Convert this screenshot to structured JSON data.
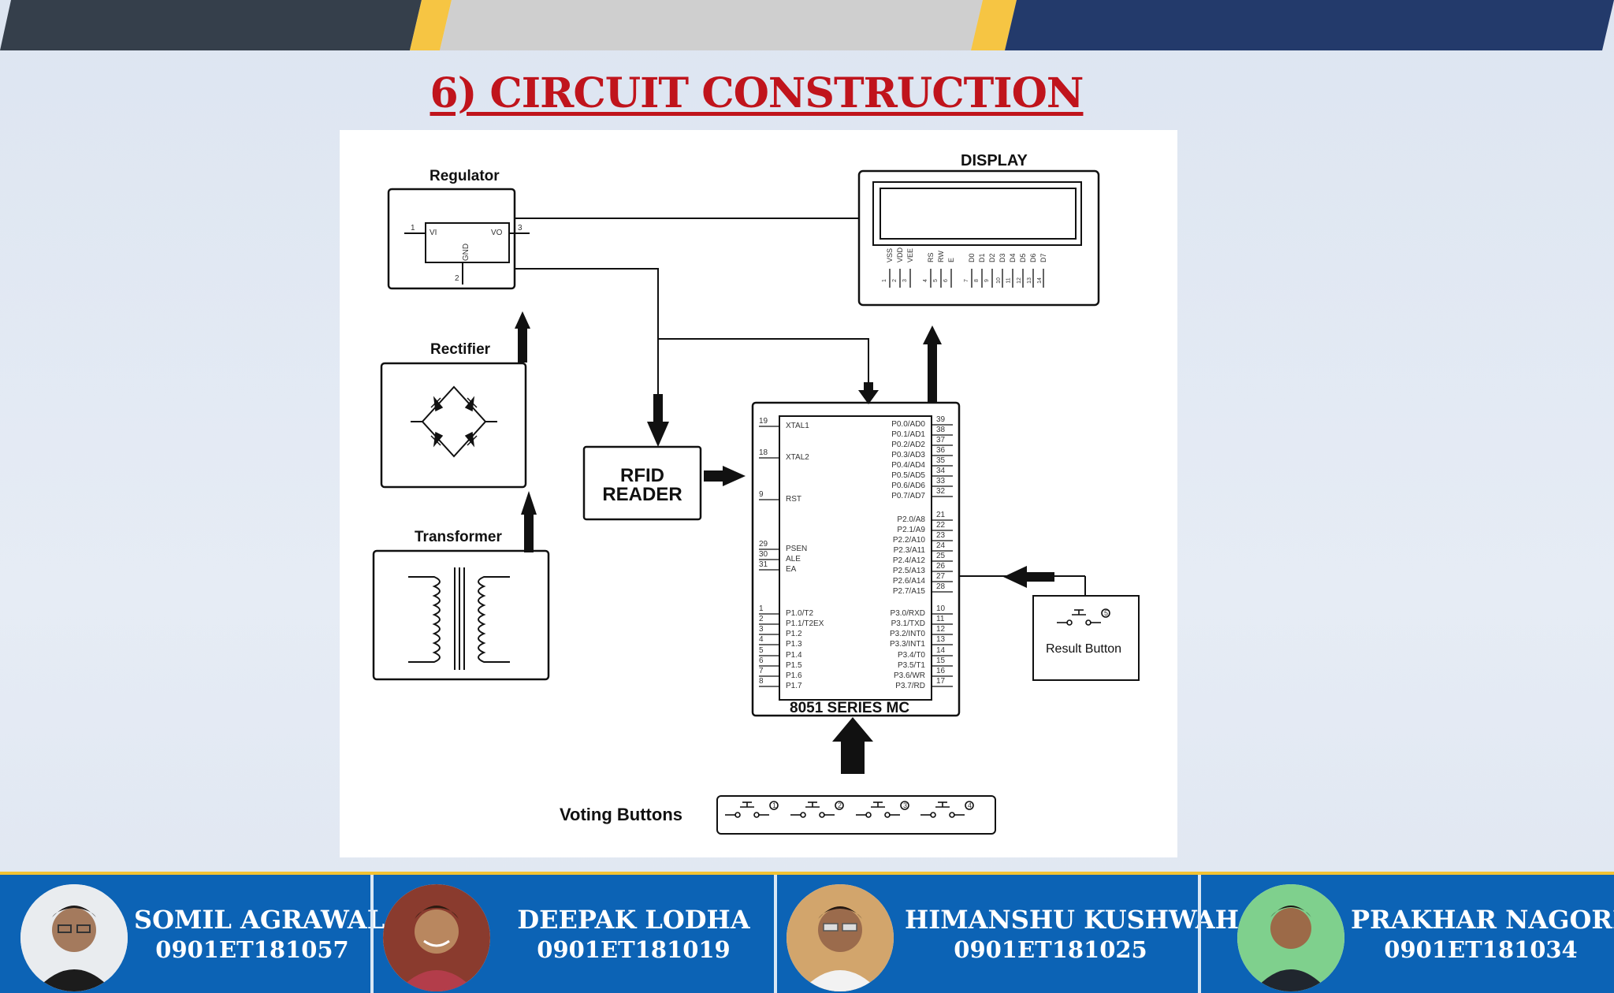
{
  "slide": {
    "title": "6) CIRCUIT CONSTRUCTION"
  },
  "diagram": {
    "blocks": {
      "regulator": "Regulator",
      "rectifier": "Rectifier",
      "transformer": "Transformer",
      "rfid": "RFID\nREADER",
      "display": "DISPLAY",
      "mc": "8051 SERIES MC",
      "result_button": "Result Button",
      "voting_buttons": "Voting Buttons"
    },
    "regulator_pins": {
      "vi": "VI",
      "vo": "VO",
      "gnd": "GND",
      "p1": "1",
      "p2": "2",
      "p3": "3"
    },
    "mc_left_pins": [
      {
        "num": "19",
        "label": "XTAL1"
      },
      {
        "num": "18",
        "label": "XTAL2"
      },
      {
        "num": "9",
        "label": "RST"
      },
      {
        "num": "29",
        "label": "PSEN"
      },
      {
        "num": "30",
        "label": "ALE"
      },
      {
        "num": "31",
        "label": "EA"
      },
      {
        "num": "1",
        "label": "P1.0/T2"
      },
      {
        "num": "2",
        "label": "P1.1/T2EX"
      },
      {
        "num": "3",
        "label": "P1.2"
      },
      {
        "num": "4",
        "label": "P1.3"
      },
      {
        "num": "5",
        "label": "P1.4"
      },
      {
        "num": "6",
        "label": "P1.5"
      },
      {
        "num": "7",
        "label": "P1.6"
      },
      {
        "num": "8",
        "label": "P1.7"
      }
    ],
    "mc_right_pins": [
      {
        "num": "39",
        "label": "P0.0/AD0"
      },
      {
        "num": "38",
        "label": "P0.1/AD1"
      },
      {
        "num": "37",
        "label": "P0.2/AD2"
      },
      {
        "num": "36",
        "label": "P0.3/AD3"
      },
      {
        "num": "35",
        "label": "P0.4/AD4"
      },
      {
        "num": "34",
        "label": "P0.5/AD5"
      },
      {
        "num": "33",
        "label": "P0.6/AD6"
      },
      {
        "num": "32",
        "label": "P0.7/AD7"
      },
      {
        "num": "21",
        "label": "P2.0/A8"
      },
      {
        "num": "22",
        "label": "P2.1/A9"
      },
      {
        "num": "23",
        "label": "P2.2/A10"
      },
      {
        "num": "24",
        "label": "P2.3/A11"
      },
      {
        "num": "25",
        "label": "P2.4/A12"
      },
      {
        "num": "26",
        "label": "P2.5/A13"
      },
      {
        "num": "27",
        "label": "P2.6/A14"
      },
      {
        "num": "28",
        "label": "P2.7/A15"
      },
      {
        "num": "10",
        "label": "P3.0/RXD"
      },
      {
        "num": "11",
        "label": "P3.1/TXD"
      },
      {
        "num": "12",
        "label": "P3.2/INT0"
      },
      {
        "num": "13",
        "label": "P3.3/INT1"
      },
      {
        "num": "14",
        "label": "P3.4/T0"
      },
      {
        "num": "15",
        "label": "P3.5/T1"
      },
      {
        "num": "16",
        "label": "P3.6/WR"
      },
      {
        "num": "17",
        "label": "P3.7/RD"
      }
    ],
    "display_pins": [
      {
        "label": "VSS",
        "num": "1"
      },
      {
        "label": "VDD",
        "num": "2"
      },
      {
        "label": "VEE",
        "num": "3"
      },
      {
        "label": "RS",
        "num": "4"
      },
      {
        "label": "RW",
        "num": "5"
      },
      {
        "label": "E",
        "num": "6"
      },
      {
        "label": "D0",
        "num": "7"
      },
      {
        "label": "D1",
        "num": "8"
      },
      {
        "label": "D2",
        "num": "9"
      },
      {
        "label": "D3",
        "num": "10"
      },
      {
        "label": "D4",
        "num": "11"
      },
      {
        "label": "D5",
        "num": "12"
      },
      {
        "label": "D6",
        "num": "13"
      },
      {
        "label": "D7",
        "num": "14"
      }
    ],
    "switch_numbers": [
      "1",
      "2",
      "3",
      "4",
      "5"
    ]
  },
  "team": [
    {
      "name": "SOMIL AGRAWAL",
      "id": "0901ET181057"
    },
    {
      "name": "DEEPAK LODHA",
      "id": "0901ET181019"
    },
    {
      "name": "HIMANSHU KUSHWAH",
      "id": "0901ET181025"
    },
    {
      "name": "PRAKHAR NAGORE",
      "id": "0901ET181034"
    }
  ],
  "colors": {
    "title": "#c0141c",
    "footer_bg": "#0c63b5",
    "footer_border": "#f2c233",
    "topbar_dark": "#353f4b",
    "topbar_light": "#cfcfcf",
    "topbar_navy": "#233a6b",
    "topbar_accent": "#f6c543"
  }
}
